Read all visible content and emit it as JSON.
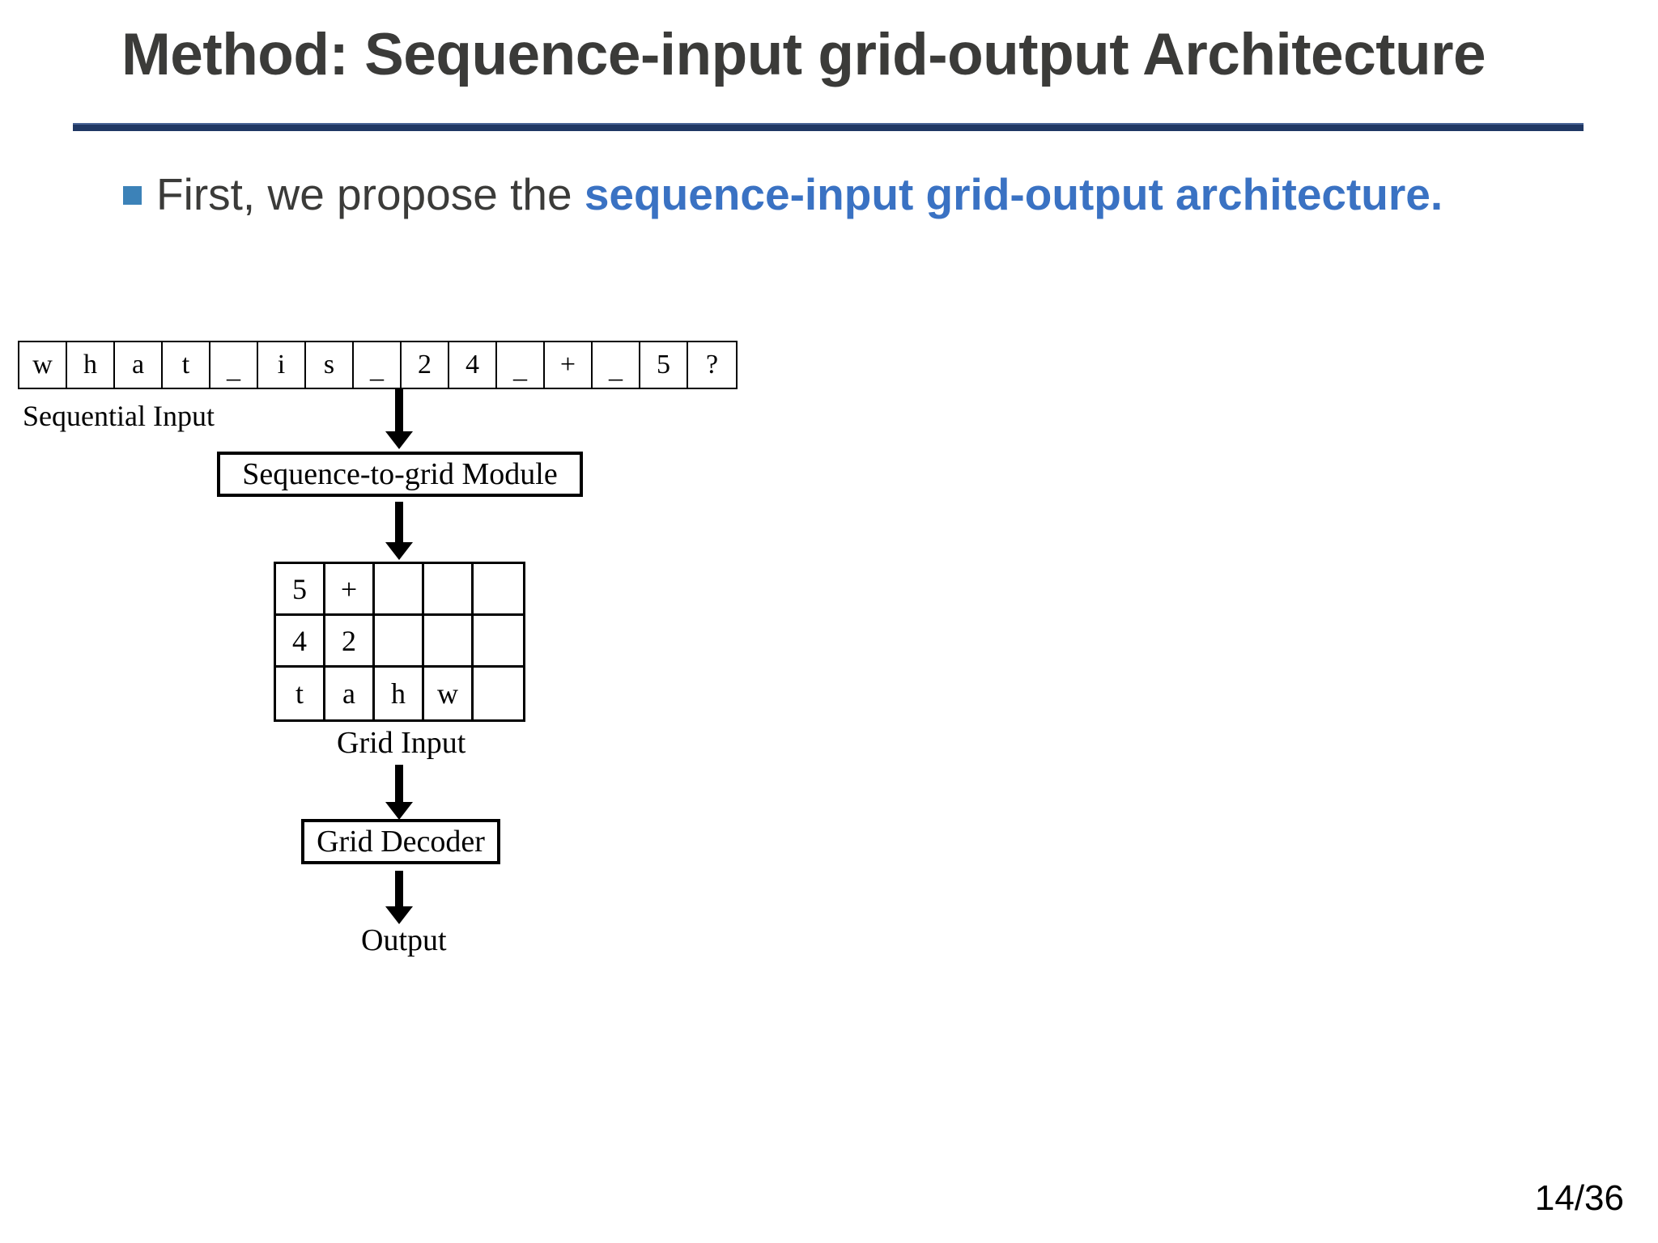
{
  "slide": {
    "title": "Method: Sequence-input grid-output Architecture",
    "page_number": "14/36",
    "accent_rule_color": "#203864",
    "bullet_marker_color": "#3c82b8",
    "highlight_color": "#3a72c3",
    "title_color": "#3b3b39"
  },
  "bullet": {
    "text_before": "First, we propose the ",
    "highlight": "sequence-input grid-output architecture."
  },
  "diagram": {
    "sequence_input": {
      "label": "Sequential Input",
      "tokens": [
        "w",
        "h",
        "a",
        "t",
        "_",
        "i",
        "s",
        "_",
        "2",
        "4",
        "_",
        "+",
        "_",
        "5",
        "?"
      ]
    },
    "module": {
      "label": "Sequence-to-grid Module"
    },
    "grid_input": {
      "label": "Grid Input",
      "rows": [
        [
          "5",
          "+",
          "",
          "",
          ""
        ],
        [
          "4",
          "2",
          "",
          "",
          ""
        ],
        [
          "t",
          "a",
          "h",
          "w",
          ""
        ]
      ]
    },
    "decoder": {
      "label": "Grid Decoder"
    },
    "output": {
      "label": "Output"
    }
  }
}
